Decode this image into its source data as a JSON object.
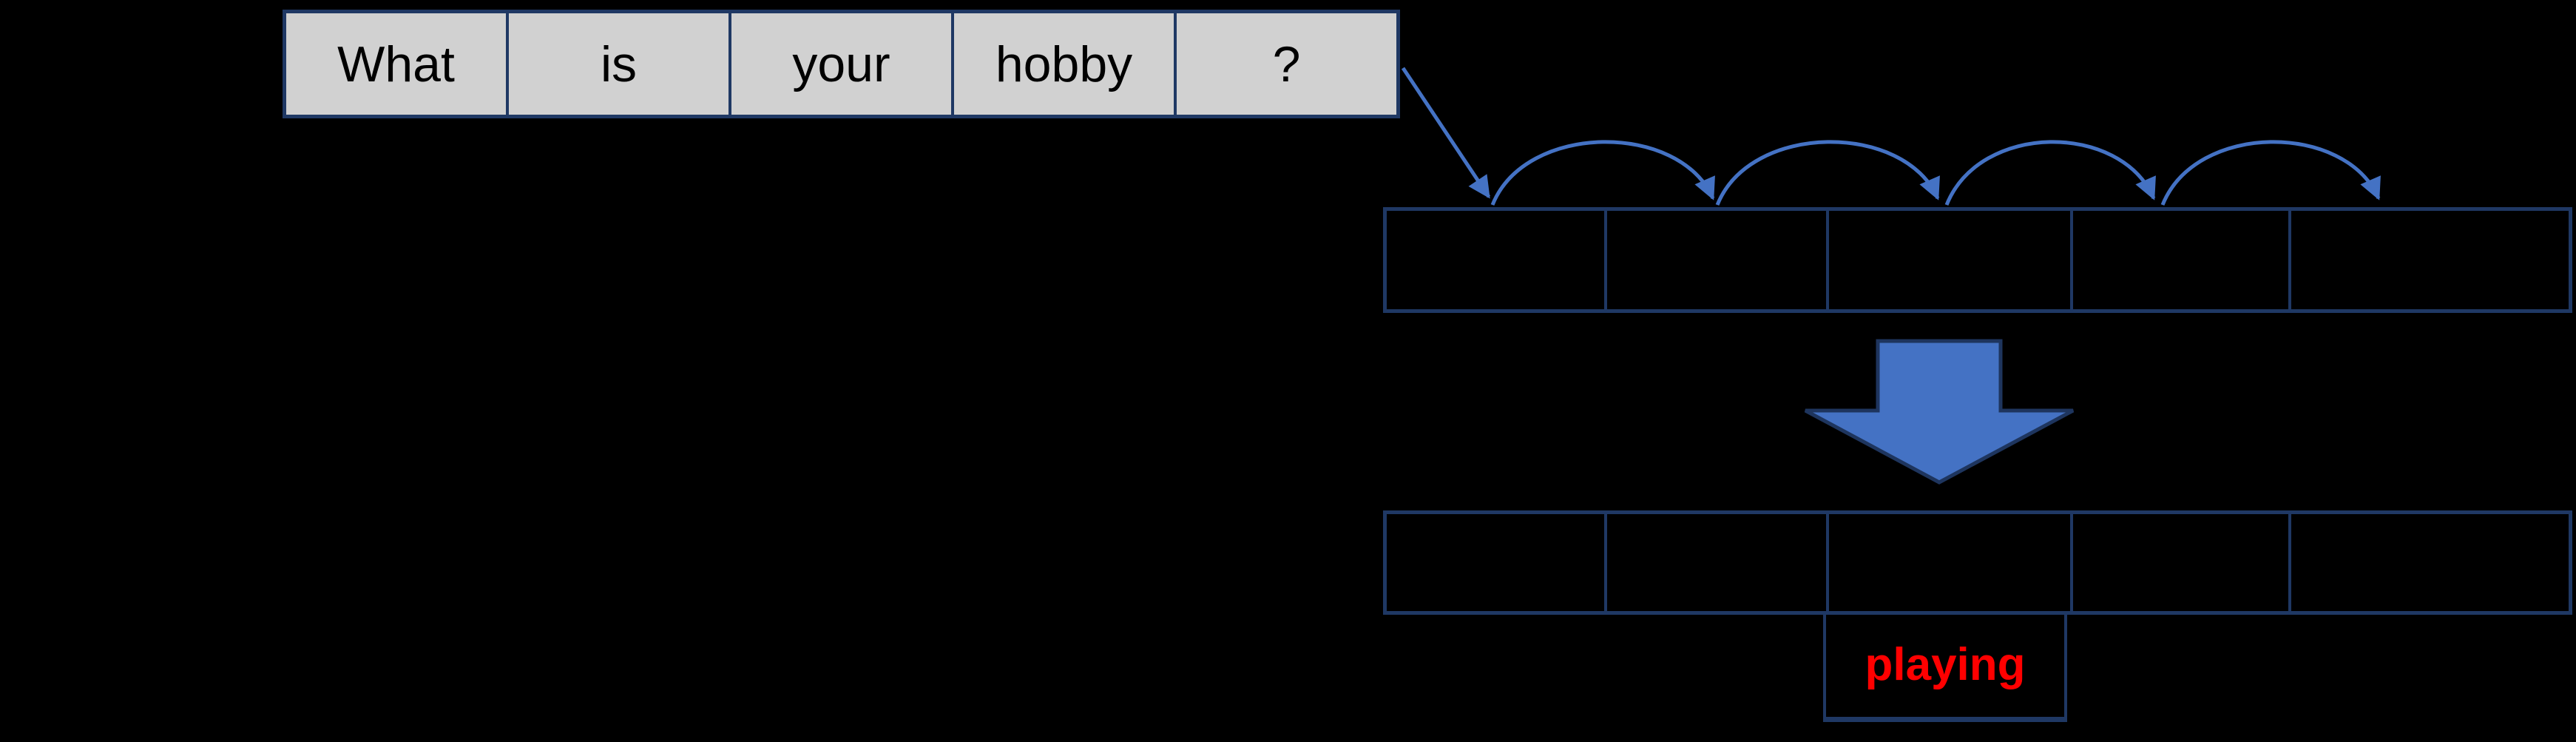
{
  "diagram": {
    "sentence": {
      "words": [
        "What",
        "is",
        "your",
        "hobby",
        "?"
      ]
    },
    "predicted_word": "playing",
    "rows": {
      "sequence_cells": 5,
      "output_cells": 5,
      "hop_arcs": 4
    },
    "colors": {
      "background": "#000000",
      "box_fill": "#D1D1D1",
      "box_border": "#1F3864",
      "accent_blue": "#4472C4",
      "arrow_outline": "#1E355E",
      "predicted_text": "#FF0000",
      "word_text": "#000000"
    }
  }
}
